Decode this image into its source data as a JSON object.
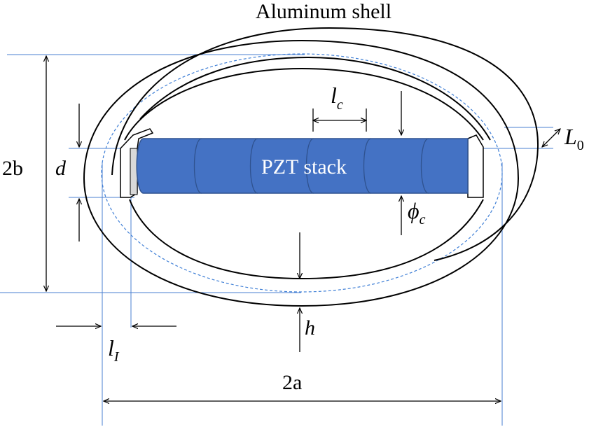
{
  "title": "Aluminum shell",
  "stack_label": "PZT stack",
  "dims": {
    "two_b": "2b",
    "d": "d",
    "l_c": "l",
    "l_c_sub": "c",
    "L0": "L",
    "L0_sub": "0",
    "phi_c": "ϕ",
    "phi_c_sub": "c",
    "h": "h",
    "l_I": "l",
    "l_I_sub": "I",
    "two_a": "2a"
  },
  "colors": {
    "stack_fill": "#4472c4",
    "stack_stroke": "#2f528f",
    "dim_line": "#4a7fd0",
    "midline": "#3f7fd6",
    "outline": "#000000",
    "end_cap": "#d9d9d9"
  }
}
